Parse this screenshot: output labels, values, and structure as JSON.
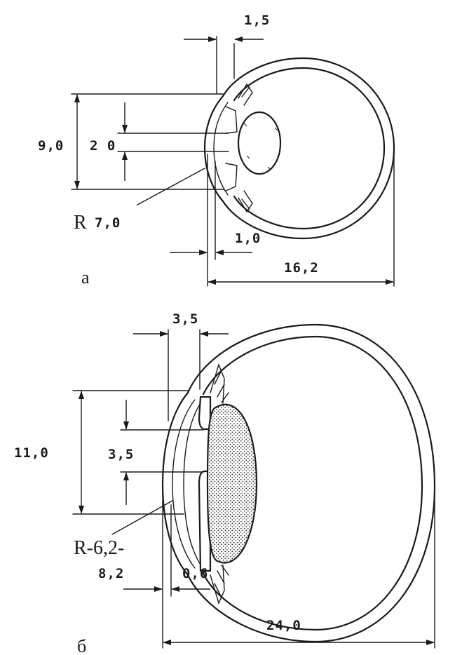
{
  "figure_a": {
    "panel_label": "а",
    "dim_top": "1,5",
    "dim_height": "9,0",
    "dim_pupil": "2 0",
    "radius_prefix": "R",
    "radius_value": "7,0",
    "dim_cornea": "1,0",
    "dim_length": "16,2"
  },
  "figure_b": {
    "panel_label": "б",
    "dim_top": "3,5",
    "dim_height": "11,0",
    "dim_pupil": "3,5",
    "radius_line1": "R-6,2-",
    "radius_line2": "8,2",
    "dim_cornea": "0,6",
    "dim_length": "24,0"
  }
}
